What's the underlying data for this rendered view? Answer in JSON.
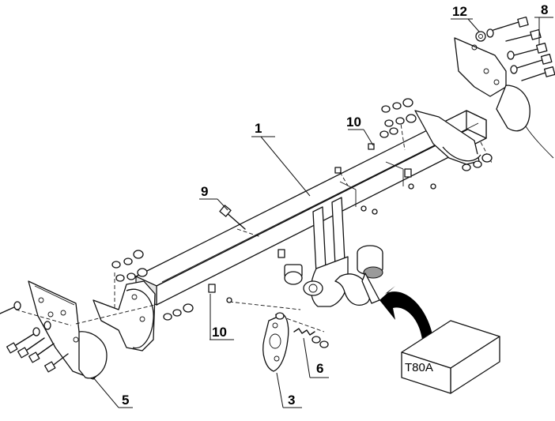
{
  "labels": {
    "crossbar": "1",
    "ball_mount": "3",
    "left_bracket": "5",
    "socket_plate_bolts": "6",
    "right_bolts": "8",
    "center_bolt": "9",
    "nuts_upper": "10",
    "nuts_lower": "10",
    "washers": "12"
  },
  "kit_box": {
    "label": "T80A"
  }
}
